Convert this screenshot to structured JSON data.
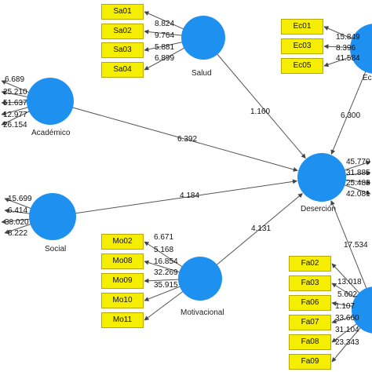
{
  "constructs": {
    "salud": "Salud",
    "academico": "Académico",
    "social": "Social",
    "motivacional": "Motivacional",
    "desercion": "Deserción",
    "economico": "Ec"
  },
  "indicators": {
    "salud": [
      "Sa01",
      "Sa02",
      "Sa03",
      "Sa04"
    ],
    "economico": [
      "Ec01",
      "Ec03",
      "Ec05"
    ],
    "motivacional": [
      "Mo02",
      "Mo08",
      "Mo09",
      "Mo10",
      "Mo11"
    ],
    "familiar": [
      "Fa02",
      "Fa03",
      "Fa06",
      "Fa07",
      "Fa08",
      "Fa09"
    ]
  },
  "loadings": {
    "salud": [
      "8.824",
      "9.764",
      "5.881",
      "6.899"
    ],
    "economico": [
      "15.849",
      "8.396",
      "41.584"
    ],
    "academico": [
      "6.689",
      "25.210",
      "51.637",
      "12.977",
      "26.154"
    ],
    "desercion": [
      "45.770",
      "31.885",
      "25.483",
      "42.081"
    ],
    "social": [
      "15.699",
      "6.414",
      "38.020",
      "8.222"
    ],
    "motivacional": [
      "6.671",
      "5.168",
      "16.854",
      "32.269",
      "35.915"
    ],
    "familiar": [
      "13.018",
      "5.602",
      "1.107",
      "33.660",
      "31.104",
      "23.343"
    ]
  },
  "paths": {
    "salud": "1.160",
    "academico": "6.392",
    "social": "4.184",
    "motivacional": "4.131",
    "economico": "6.300",
    "familiar": "17.534"
  },
  "colors": {
    "node": "#1e90f0",
    "indicator_fill": "#f5ee00",
    "line": "#555555"
  }
}
